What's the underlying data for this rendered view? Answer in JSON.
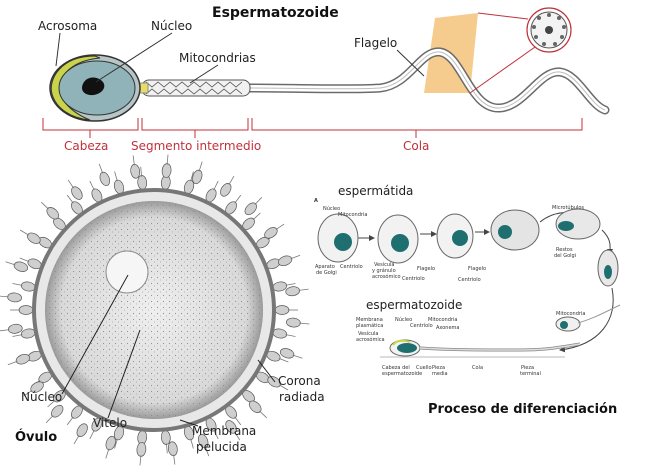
{
  "titles": {
    "sperm": "Espermatozoide",
    "ovum": "Óvulo",
    "process": "Proceso de diferenciación"
  },
  "sperm_labels": {
    "acrosome": "Acrosoma",
    "nucleus": "Núcleo",
    "mitochondria": "Mitocondrias",
    "flagellum": "Flagelo",
    "head": "Cabeza",
    "midpiece": "Segmento intermedio",
    "tail": "Cola"
  },
  "ovum_labels": {
    "nucleus": "Núcleo",
    "vitellus": "Vitelo",
    "membrane_line1": "Membrana",
    "membrane_line2": "pelucida",
    "corona_line1": "Corona",
    "corona_line2": "radiada"
  },
  "process_labels": {
    "spermatid": "espermátida",
    "spermatozoon": "espermatozoide",
    "panel_letter": "A",
    "nucleo": "Núcleo",
    "mitocondria": "Mitocondria",
    "aparato": "Aparato",
    "de_golgi": "de Golgi",
    "centriolo_1": "Centriolo",
    "vesicula": "Vesícula",
    "y_granulo": "y gránulo",
    "acrosomico": "acrosómico",
    "flagelo_1": "Flagelo",
    "centriolo_2": "Centriolo",
    "flagelo_2": "Flagelo",
    "centriolo_3": "Centriolo",
    "microtubulos": "Microtúbulos",
    "restos": "Restos",
    "del_golgi": "del Golgi",
    "mitocondria_2": "Mitocondria",
    "membrana": "Membrana",
    "plasmatica": "plasmática",
    "vesicula_2": "Vesícula",
    "acrosomica_2": "acrosómica",
    "nucleo_2": "Núcleo",
    "centriolo_4": "Centríolo",
    "mitocondria_3": "Mitocondria",
    "axonema": "Axonema",
    "cabeza_del": "Cabeza del",
    "espermatozoide_small": "espermatozoide",
    "cuello": "Cuello",
    "pieza": "Pieza",
    "media": "media",
    "cola_small": "Cola",
    "pieza_2": "Pieza",
    "terminal": "terminal"
  },
  "colors": {
    "accent_red": "#c0313a",
    "nucleus_blue": "#8fb3b8",
    "acrosome_yellow": "#c9d44a",
    "flagellum_plane": "#f5c27a",
    "teal_nucleus": "#1f6f70"
  }
}
